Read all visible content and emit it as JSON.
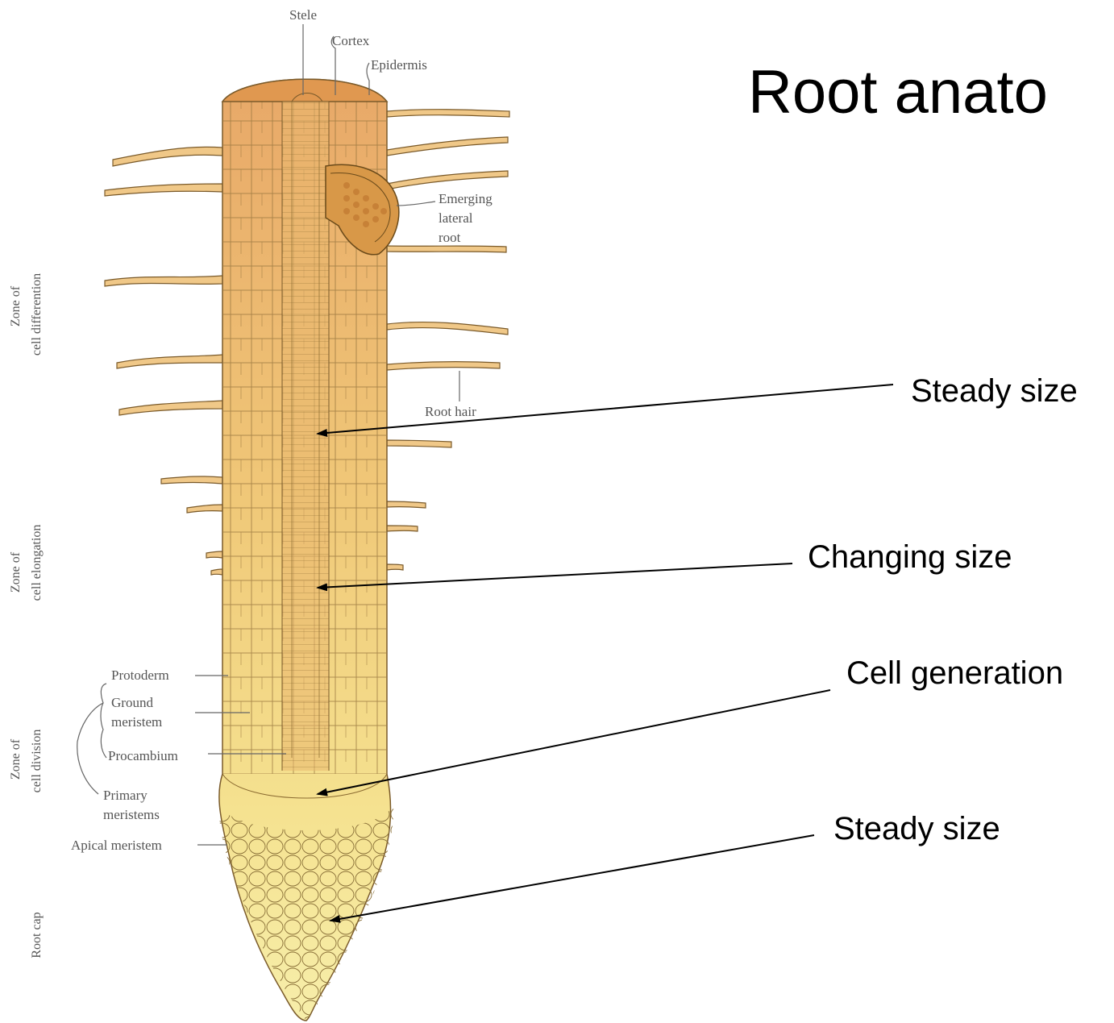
{
  "slide": {
    "title": "Root anato"
  },
  "diagram": {
    "colors": {
      "root_top": "#e8a868",
      "root_mid": "#f0c878",
      "root_low": "#f5e290",
      "cap": "#f7eeaa",
      "outline": "#7a5a2a",
      "hair": "#c8884a"
    },
    "top_labels": {
      "stele": "Stele",
      "cortex": "Cortex",
      "epidermis": "Epidermis"
    },
    "right_labels": {
      "emerging_1": "Emerging",
      "emerging_2": "lateral",
      "emerging_3": "root",
      "root_hair": "Root hair"
    },
    "left_labels": {
      "protoderm": "Protoderm",
      "ground_1": "Ground",
      "ground_2": "meristem",
      "procambium": "Procambium",
      "primary_1": "Primary",
      "primary_2": "meristems",
      "apical": "Apical meristem"
    },
    "zone_labels": {
      "differentiation_1": "Zone of",
      "differentiation_2": "cell differention",
      "elongation_1": "Zone of",
      "elongation_2": "cell elongation",
      "division_1": "Zone of",
      "division_2": "cell division",
      "root_cap": "Root cap"
    },
    "annotations": {
      "steady_size_top": "Steady size",
      "changing_size": "Changing size",
      "cell_generation": "Cell generation",
      "steady_size_bottom": "Steady size"
    }
  }
}
